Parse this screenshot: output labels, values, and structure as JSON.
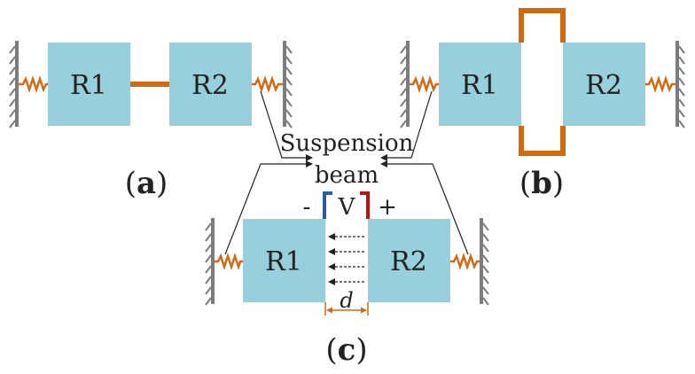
{
  "colors": {
    "resonator": "#97cfdc",
    "wall": "#7c7c7c",
    "spring": "#d06a13",
    "coupling": "#d06a13",
    "electrode_neg": "#2c5aa0",
    "electrode_pos": "#b01818",
    "annotation": "#222222",
    "dimension": "#d06a13"
  },
  "panels": {
    "a": {
      "caption_open": "(",
      "caption_letter": "a",
      "caption_close": ")",
      "left_resonator": "R1",
      "right_resonator": "R2"
    },
    "b": {
      "caption_open": "(",
      "caption_letter": "b",
      "caption_close": ")",
      "left_resonator": "R1",
      "right_resonator": "R2"
    },
    "c": {
      "caption_open": "(",
      "caption_letter": "c",
      "caption_close": ")",
      "left_resonator": "R1",
      "right_resonator": "R2",
      "voltage": "V",
      "minus": "-",
      "plus": "+",
      "gap": "d"
    }
  },
  "annotation": {
    "line1": "Suspension",
    "line2": "beam"
  }
}
